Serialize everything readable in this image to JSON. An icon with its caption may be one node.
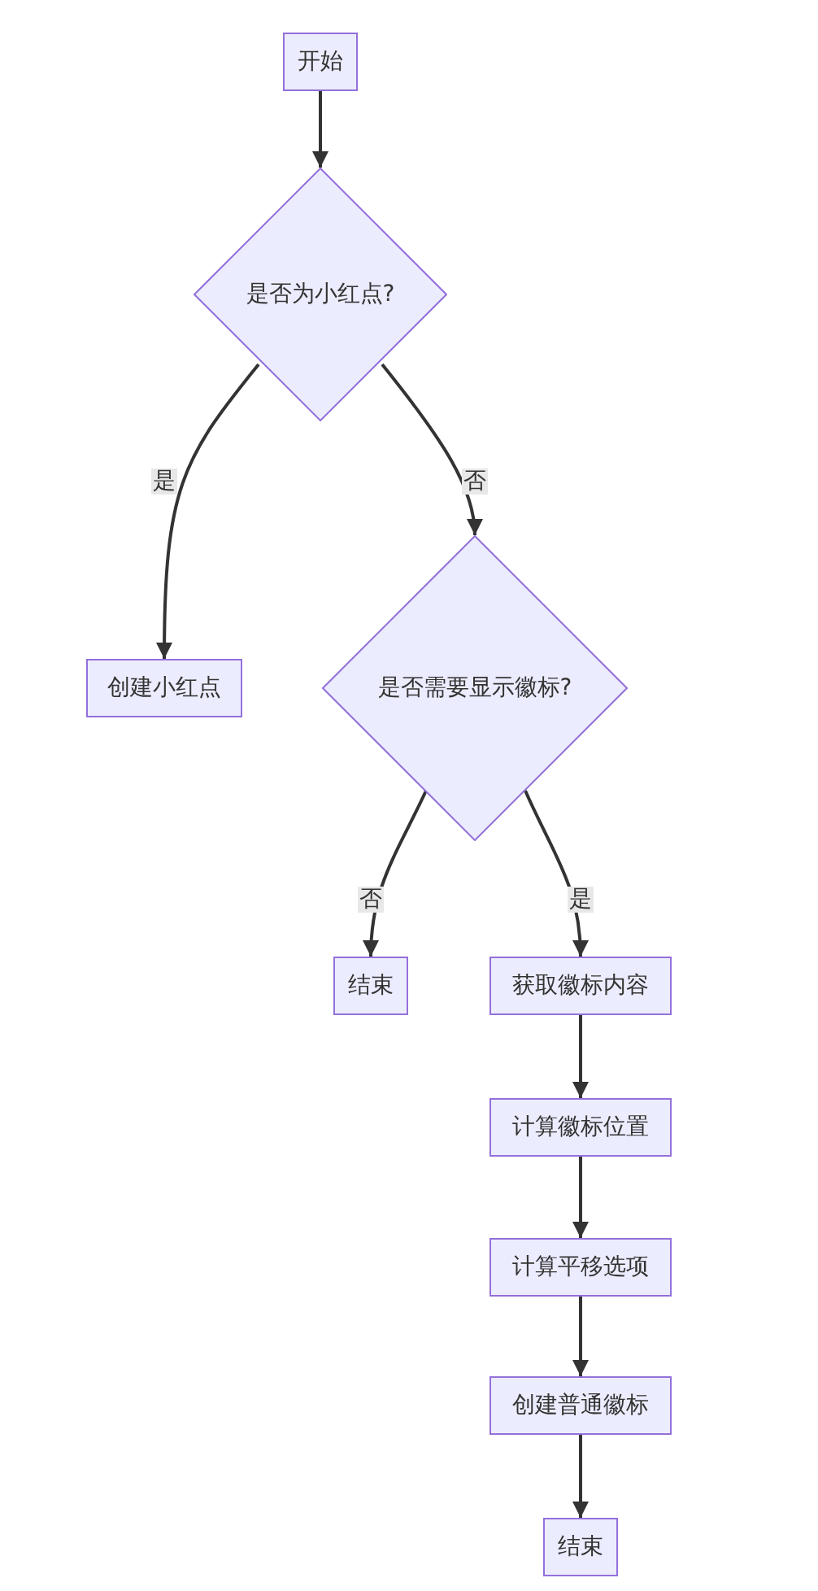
{
  "diagram": {
    "nodes": [
      {
        "text": [
          "开始"
        ]
      },
      {
        "text": [
          "是否为小红点?"
        ]
      },
      {
        "text": [
          "创建小红点"
        ]
      },
      {
        "text": [
          "是否需要显示徽标?"
        ]
      },
      {
        "text": [
          "结束"
        ]
      },
      {
        "text": [
          "获取徽标内容"
        ]
      },
      {
        "text": [
          "计算徽标位置"
        ]
      },
      {
        "text": [
          "计算平移选项"
        ]
      },
      {
        "text": [
          "创建普通徽标"
        ]
      },
      {
        "text": [
          "结束"
        ]
      }
    ],
    "edges": [
      {
        "from": 0,
        "to": 1,
        "arrow": "to"
      },
      {
        "from": 1,
        "to": 2,
        "arrow": "to",
        "label": "是"
      },
      {
        "from": 1,
        "to": 3,
        "arrow": "to",
        "label": "否"
      },
      {
        "from": 3,
        "to": 4,
        "arrow": "to",
        "label": "否"
      },
      {
        "from": 3,
        "to": 5,
        "arrow": "to",
        "label": "是"
      },
      {
        "from": 5,
        "to": 6,
        "arrow": "to"
      },
      {
        "from": 6,
        "to": 7,
        "arrow": "to"
      },
      {
        "from": 7,
        "to": 8,
        "arrow": "to"
      },
      {
        "from": 8,
        "to": 9,
        "arrow": "to"
      }
    ]
  }
}
